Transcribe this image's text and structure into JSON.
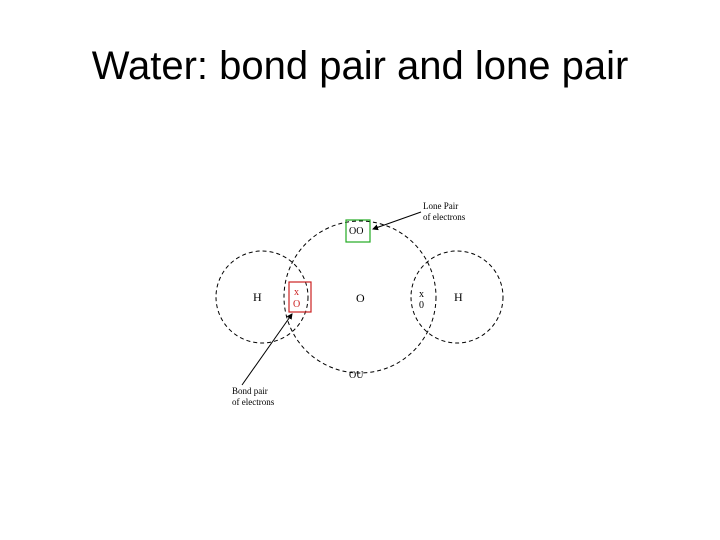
{
  "slide": {
    "title": "Water: bond pair and lone pair"
  },
  "diagram": {
    "atoms": {
      "left_hydrogen": "H",
      "oxygen": "O",
      "right_hydrogen": "H"
    },
    "electrons": {
      "lone_pair_top": "OO",
      "lone_pair_bottom": "OU",
      "left_bond_x": "x",
      "left_bond_o": "O",
      "right_bond_x": "x",
      "right_bond_o": "0"
    },
    "annotations": {
      "lone_pair_line1": "Lone Pair",
      "lone_pair_line2": "of electrons",
      "bond_pair_line1": "Bond pair",
      "bond_pair_line2": "of electrons"
    },
    "colors": {
      "lone_pair_box": "#22aa22",
      "bond_pair_box": "#cc2222",
      "shells": "#000000"
    }
  }
}
